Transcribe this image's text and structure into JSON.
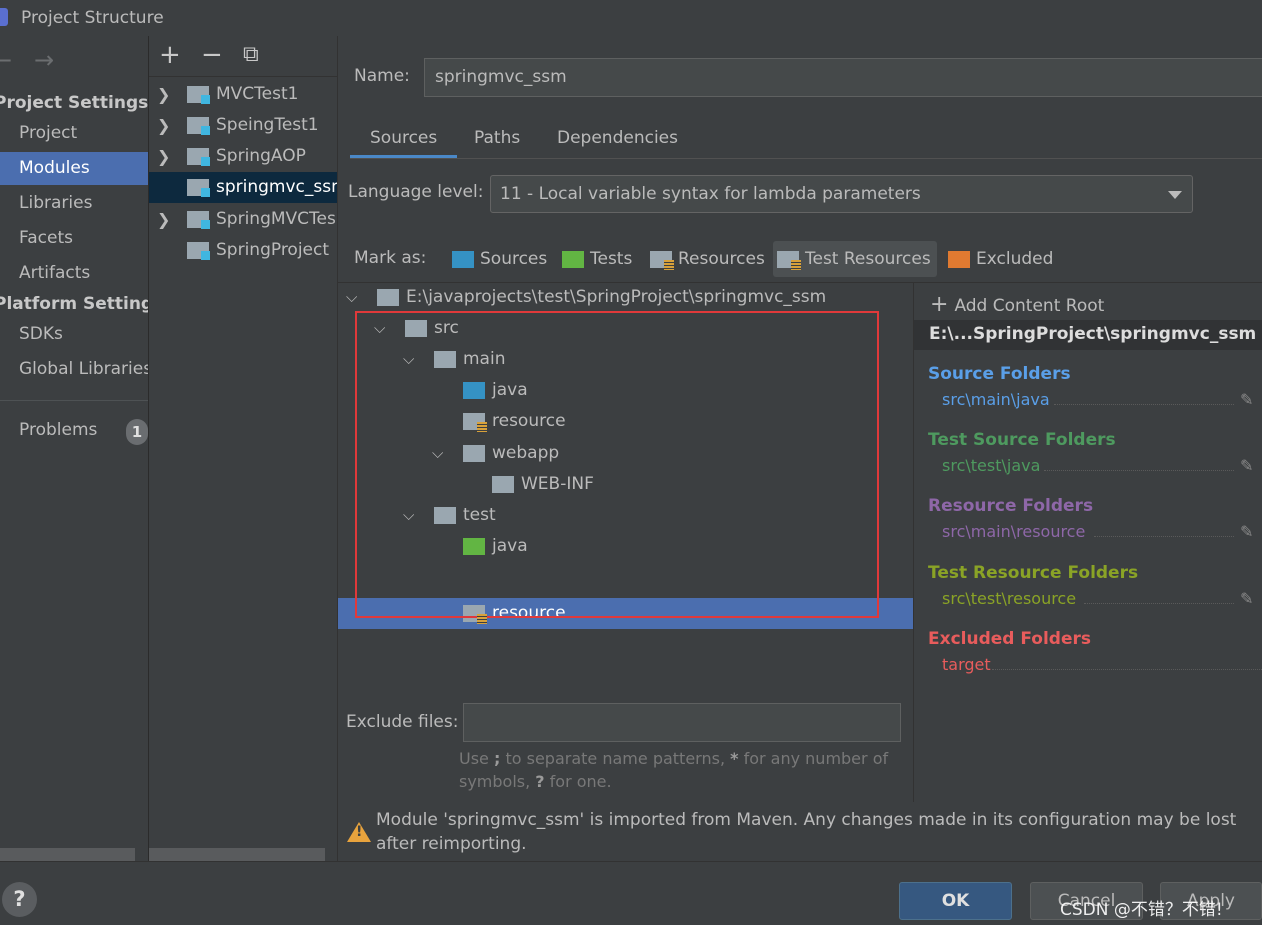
{
  "window": {
    "title": "Project Structure"
  },
  "nav": {
    "project_settings": "Project Settings",
    "platform_settings": "Platform Settings",
    "items": [
      "Project",
      "Modules",
      "Libraries",
      "Facets",
      "Artifacts"
    ],
    "platform_items": [
      "SDKs",
      "Global Libraries"
    ],
    "problems": "Problems",
    "problems_count": "1"
  },
  "modules": {
    "toolbar": {
      "add": "+",
      "remove": "−",
      "copy": "⧉"
    },
    "items": [
      "MVCTest1",
      "SpeingTest1",
      "SpringAOP",
      "springmvc_ssm",
      "SpringMVCTes",
      "SpringProject"
    ]
  },
  "module": {
    "name_label": "Name:",
    "name_value": "springmvc_ssm",
    "tabs": [
      "Sources",
      "Paths",
      "Dependencies"
    ],
    "language_label": "Language level:",
    "language_value": "11 - Local variable syntax for lambda parameters",
    "mark_as_label": "Mark as:",
    "mark_buttons": [
      "Sources",
      "Tests",
      "Resources",
      "Test Resources",
      "Excluded"
    ]
  },
  "tree": {
    "root": "E:\\javaprojects\\test\\SpringProject\\springmvc_ssm",
    "nodes": [
      "src",
      "main",
      "java",
      "resource",
      "webapp",
      "WEB-INF",
      "test",
      "java",
      "resource"
    ]
  },
  "roots": {
    "add_label": "Add Content Root",
    "path": "E:\\...SpringProject\\springmvc_ssm",
    "groups": [
      {
        "title": "Source Folders",
        "path": "src\\main\\java",
        "color": "#5a9fe8"
      },
      {
        "title": "Test Source Folders",
        "path": "src\\test\\java",
        "color": "#4e9a5f"
      },
      {
        "title": "Resource Folders",
        "path": "src\\main\\resource",
        "color": "#8e67a8"
      },
      {
        "title": "Test Resource Folders",
        "path": "src\\test\\resource",
        "color": "#8aa326"
      },
      {
        "title": "Excluded Folders",
        "path": "target",
        "color": "#e85c5c"
      }
    ]
  },
  "exclude": {
    "label": "Exclude files:",
    "hint_1": "Use ",
    "hint_sep": ";",
    "hint_2": " to separate name patterns, ",
    "hint_star": "*",
    "hint_3": " for any number of symbols, ",
    "hint_q": "?",
    "hint_4": " for one."
  },
  "warning": "Module 'springmvc_ssm' is imported from Maven. Any changes made in its configuration may be lost after reimporting.",
  "buttons": {
    "help": "?",
    "ok": "OK",
    "cancel": "Cancel",
    "apply": "Apply"
  },
  "watermark": "CSDN @不错？不错!"
}
